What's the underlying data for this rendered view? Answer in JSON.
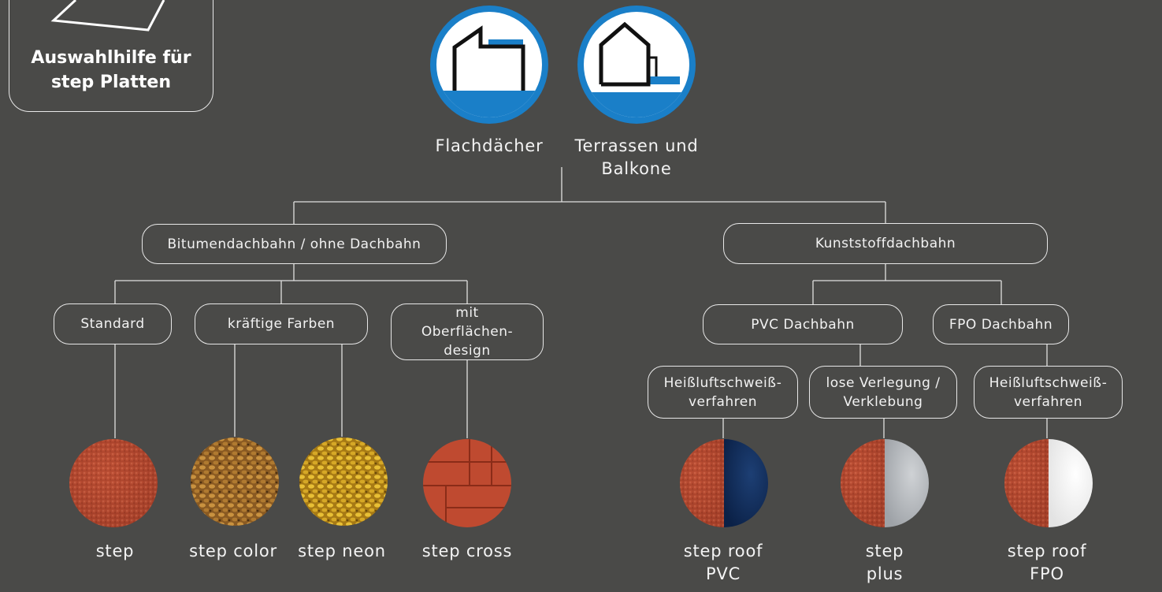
{
  "guide": {
    "title": "Auswahlhilfe für step Platten"
  },
  "categories": [
    {
      "label": "Flachdächer"
    },
    {
      "label": "Terrassen und Balkone"
    }
  ],
  "membranes": {
    "bitumen": "Bitumendachbahn / ohne Dachbahn",
    "kunststoff": "Kunststoffdachbahn"
  },
  "types": {
    "standard": "Standard",
    "kraeftige_farben": "kräftige Farben",
    "oberflaechen": "mit Oberflächen-design",
    "pvc": "PVC Dachbahn",
    "fpo": "FPO Dachbahn"
  },
  "methods": {
    "pvc_heiss": "Heißluftschweiß-verfahren",
    "pvc_lose": "lose Verlegung / Verklebung",
    "fpo_heiss": "Heißluftschweiß-verfahren"
  },
  "products": {
    "step": "step",
    "step_color": "step color",
    "step_neon": "step neon",
    "step_cross": "step cross",
    "step_roof_pvc": "step roof PVC",
    "step_plus": "step plus",
    "step_roof_fpo": "step roof FPO"
  },
  "colors": {
    "background": "#4a4a48",
    "icon_blue": "#1a7fc8",
    "red_granule": "#b34a32",
    "gold_granule": "#a8742e",
    "yellow_granule": "#d4a22a",
    "navy": "#0e2a55",
    "light_grey": "#b8bbbf",
    "white": "#f4f4f4"
  }
}
